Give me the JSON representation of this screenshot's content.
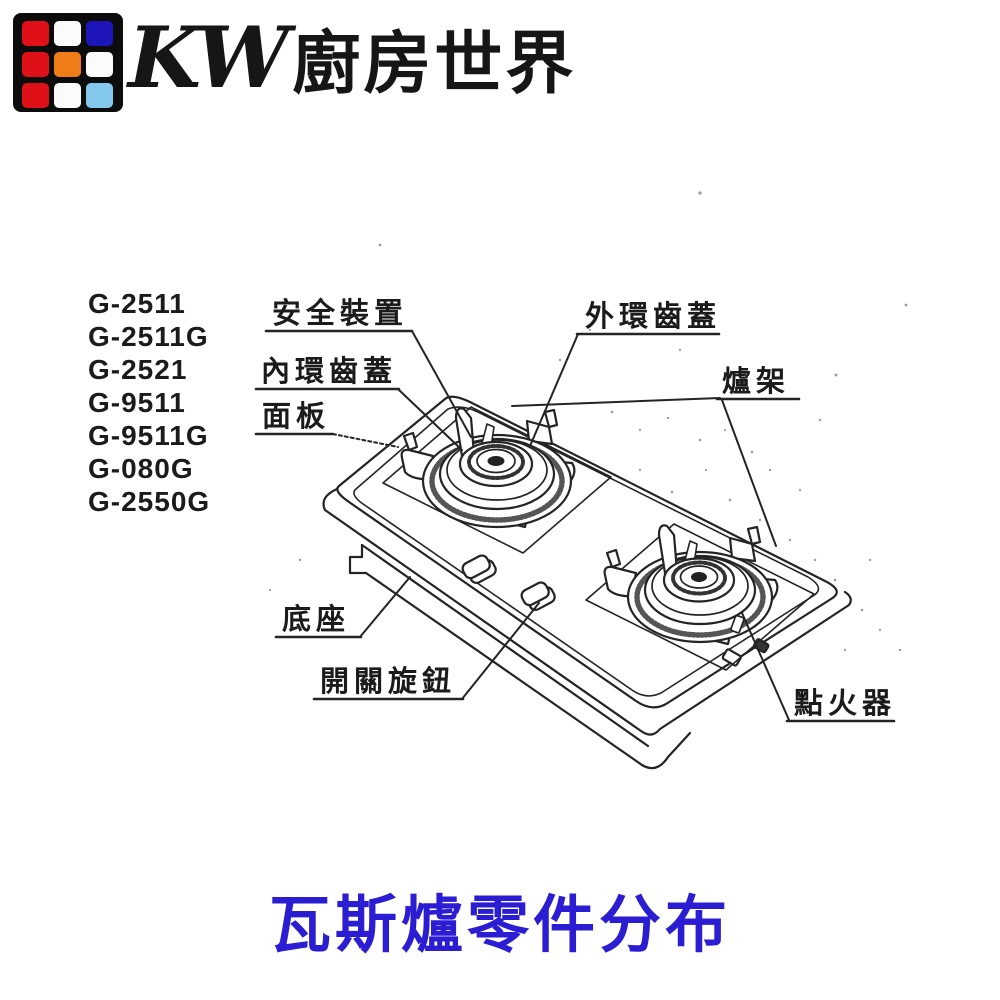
{
  "brand": {
    "kw": "KW",
    "name": "廚房世界"
  },
  "logo": {
    "palette": {
      "black": "#0c0c0c",
      "red": "#e01019",
      "white": "#fbfbfb",
      "dark_blue": "#1c16b8",
      "orange": "#ee7d18",
      "light_blue": "#85c8ee"
    }
  },
  "models": [
    "G-2511",
    "G-2511G",
    "G-2521",
    "G-9511",
    "G-9511G",
    "G-080G",
    "G-2550G"
  ],
  "diagram": {
    "labels": {
      "safety_device": "安全裝置",
      "outer_ring_cap": "外環齒蓋",
      "inner_ring_cap": "內環齒蓋",
      "panel": "面板",
      "rack": "爐架",
      "base": "底座",
      "knob": "開關旋鈕",
      "igniter": "點火器"
    }
  },
  "title": {
    "text": "瓦斯爐零件分布",
    "color": "#2b1dd1"
  }
}
